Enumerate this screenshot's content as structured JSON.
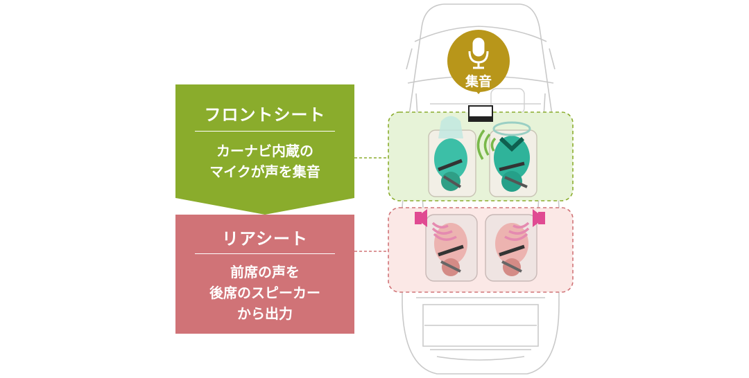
{
  "front": {
    "title": "フロントシート",
    "lines": [
      "カーナビ内蔵の",
      "マイクが声を集音"
    ],
    "color": "#8aac2c"
  },
  "rear": {
    "title": "リアシート",
    "lines": [
      "前席の声を",
      "後席のスピーカー",
      "から出力"
    ],
    "color": "#d07377"
  },
  "mic": {
    "label": "集音",
    "icon": "microphone-icon",
    "color": "#b8961a"
  }
}
